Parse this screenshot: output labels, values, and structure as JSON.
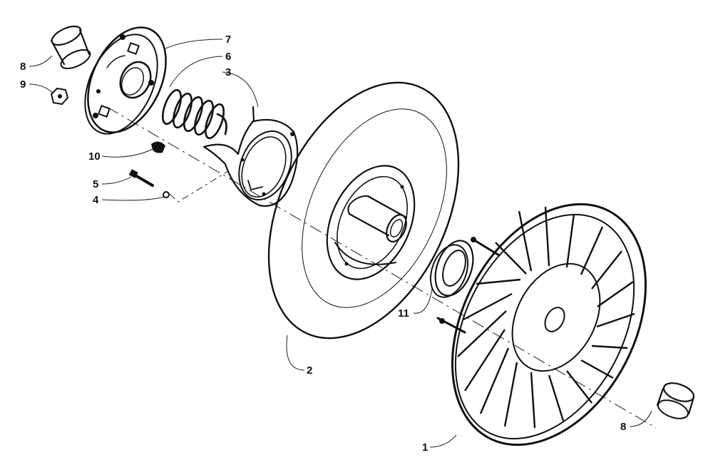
{
  "diagram": {
    "callouts": [
      {
        "id": "c7",
        "text": "7"
      },
      {
        "id": "c6",
        "text": "6"
      },
      {
        "id": "c3",
        "text": "3"
      },
      {
        "id": "c8a",
        "text": "8"
      },
      {
        "id": "c9",
        "text": "9"
      },
      {
        "id": "c10",
        "text": "10"
      },
      {
        "id": "c5",
        "text": "5"
      },
      {
        "id": "c4",
        "text": "4"
      },
      {
        "id": "c11",
        "text": "11"
      },
      {
        "id": "c2",
        "text": "2"
      },
      {
        "id": "c1",
        "text": "1"
      },
      {
        "id": "c8b",
        "text": "8"
      }
    ]
  }
}
